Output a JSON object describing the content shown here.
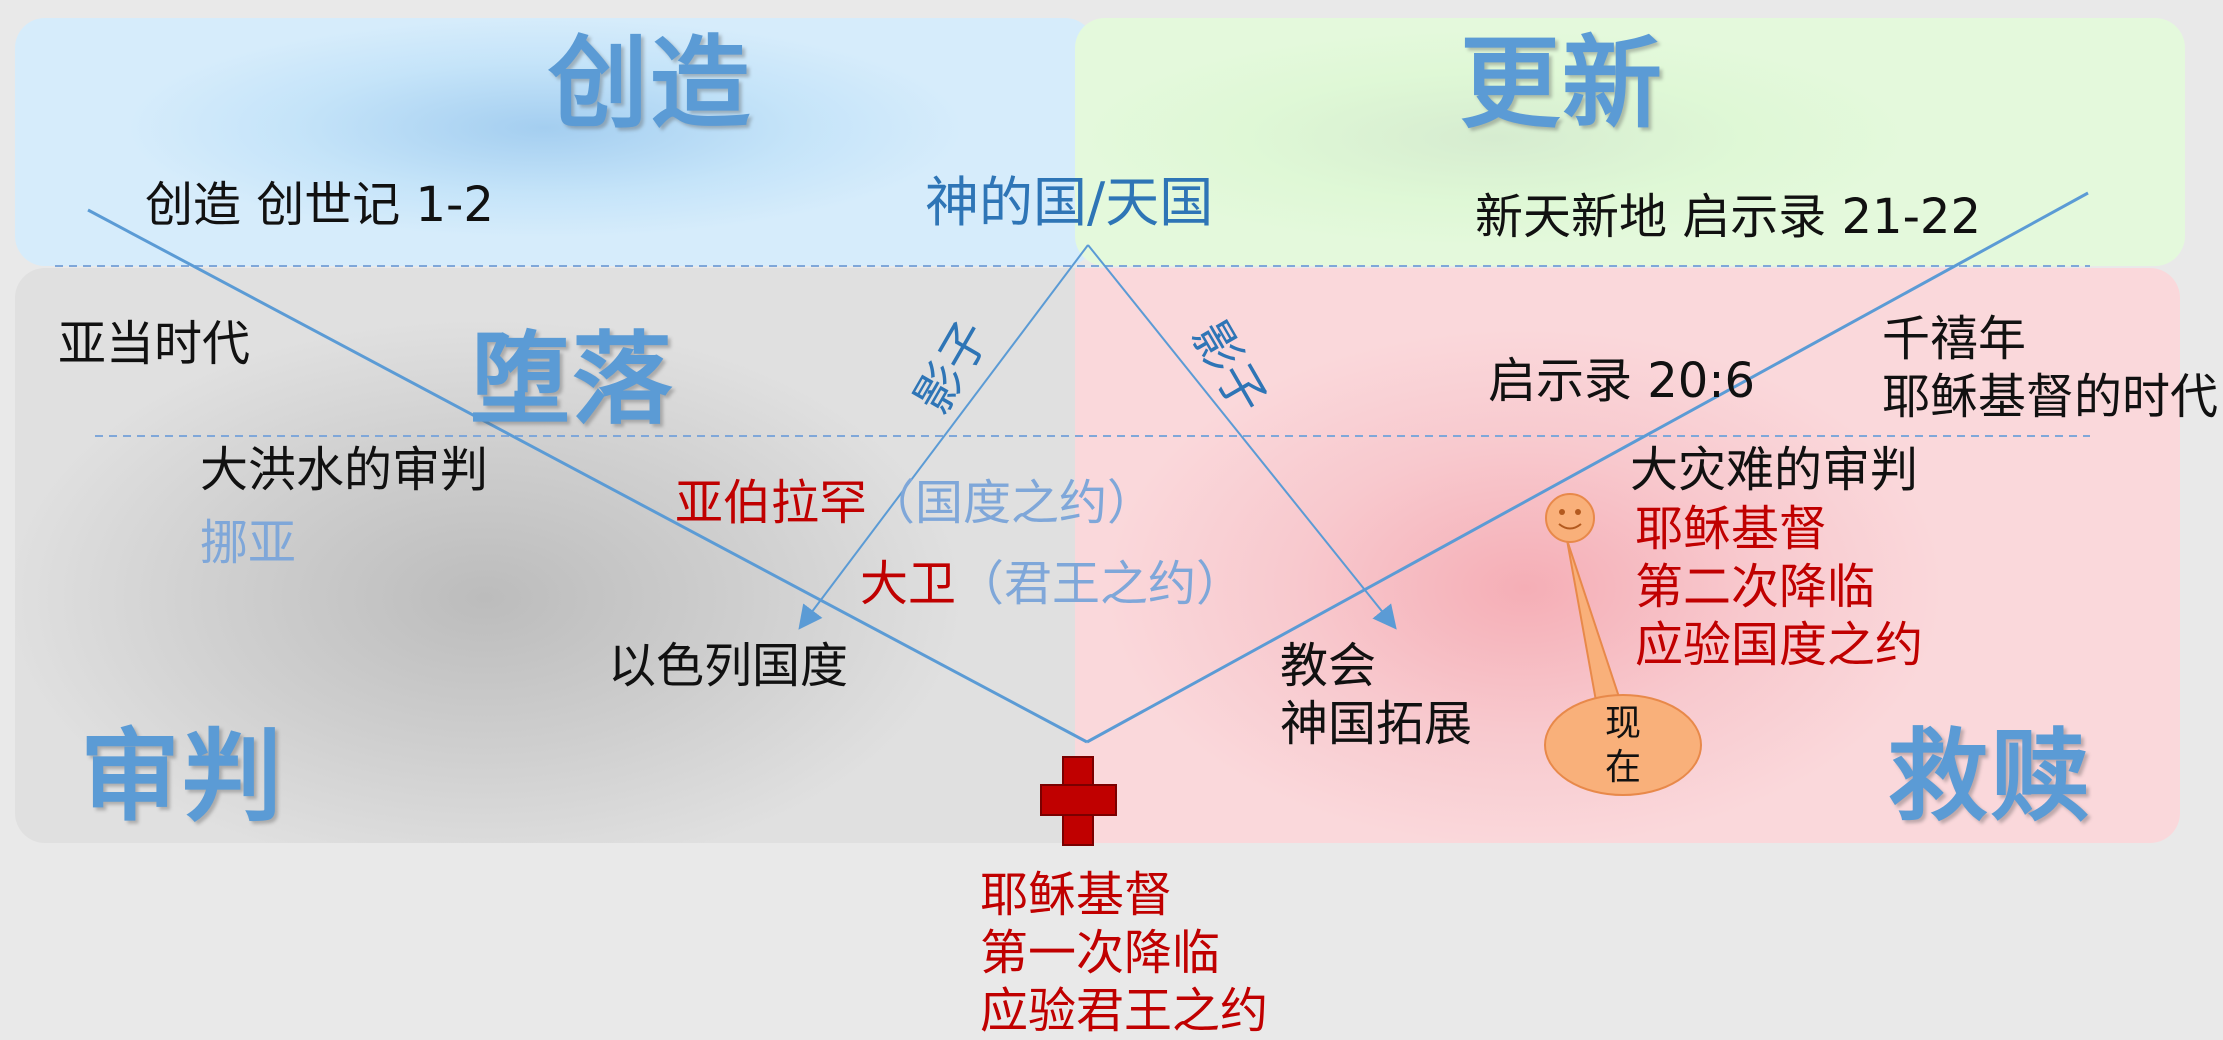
{
  "quadrants": {
    "create": "创造",
    "renew": "更新",
    "fall": "堕落",
    "judgment": "审判",
    "redeem": "救赎"
  },
  "labels": {
    "creation": "创造 创世记 1-2",
    "kingdom": "神的国/天国",
    "new_heaven": "新天新地 启示录 21-22",
    "adam": "亚当时代",
    "rev20": "启示录 20:6",
    "millennium_1": "千禧年",
    "millennium_2": "耶稣基督的时代",
    "shadow_left": "影子",
    "shadow_right": "影子",
    "flood": "大洪水的审判",
    "noah": "挪亚",
    "abraham": "亚伯拉罕",
    "abraham_cov": "（国度之约）",
    "david": "大卫",
    "david_cov": "（君王之约）",
    "israel": "以色列国度",
    "church_1": "教会",
    "church_2": "神国拓展",
    "tribulation": "大灾难的审判",
    "second_1": "耶稣基督",
    "second_2": "第二次降临",
    "second_3": "应验国度之约",
    "now_1": "现",
    "now_2": "在",
    "first_1": "耶稣基督",
    "first_2": "第一次降临",
    "first_3": "应验君王之约"
  },
  "colors": {
    "blue_zone": "#bfe0f7",
    "green_zone": "#dcf7d2",
    "gray_zone": "#d6d6d6",
    "pink_zone": "#f7ccd0",
    "line": "#5b9bd5",
    "cross": "#c00000",
    "bubble": "#f9b07a"
  },
  "icons": [
    "smiley-icon",
    "cross-icon",
    "speech-bubble-icon"
  ]
}
